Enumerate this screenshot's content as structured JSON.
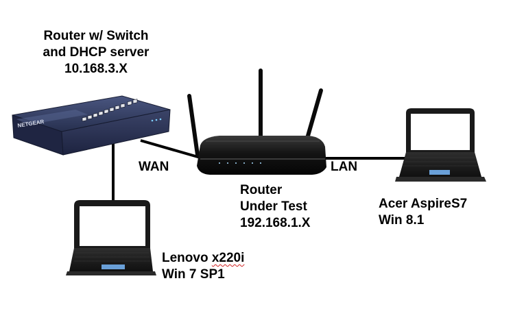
{
  "switch_router": {
    "label_line1": "Router w/ Switch",
    "label_line2": "and DHCP server",
    "label_line3": "10.168.3.X",
    "brand": "NETGEAR"
  },
  "router_under_test": {
    "label_line1": "Router",
    "label_line2": "Under Test",
    "label_line3": "192.168.1.X"
  },
  "links": {
    "wan": "WAN",
    "lan": "LAN"
  },
  "laptop_left": {
    "name_prefix": "Lenovo ",
    "name_model": "x220i",
    "os": "Win 7 SP1"
  },
  "laptop_right": {
    "name": "Acer AspireS7",
    "os": "Win 8.1"
  },
  "colors": {
    "switch_body": "#2c3350",
    "router_body": "#161616",
    "laptop_body": "#1a1a1a",
    "screen_glass": "#ffffff",
    "cable": "#000000"
  }
}
